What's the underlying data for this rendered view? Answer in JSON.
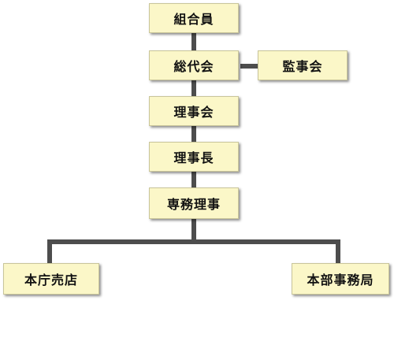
{
  "org_chart": {
    "nodes": {
      "members": "組合員",
      "general_meeting": "総代会",
      "auditors": "監事会",
      "board": "理事会",
      "chairman": "理事長",
      "executive_director": "専務理事",
      "main_store": "本庁売店",
      "head_office": "本部事務局"
    },
    "colors": {
      "node_fill": "#fbf7c8",
      "node_border": "#c9c59a",
      "connector": "#4d4d4d"
    }
  }
}
